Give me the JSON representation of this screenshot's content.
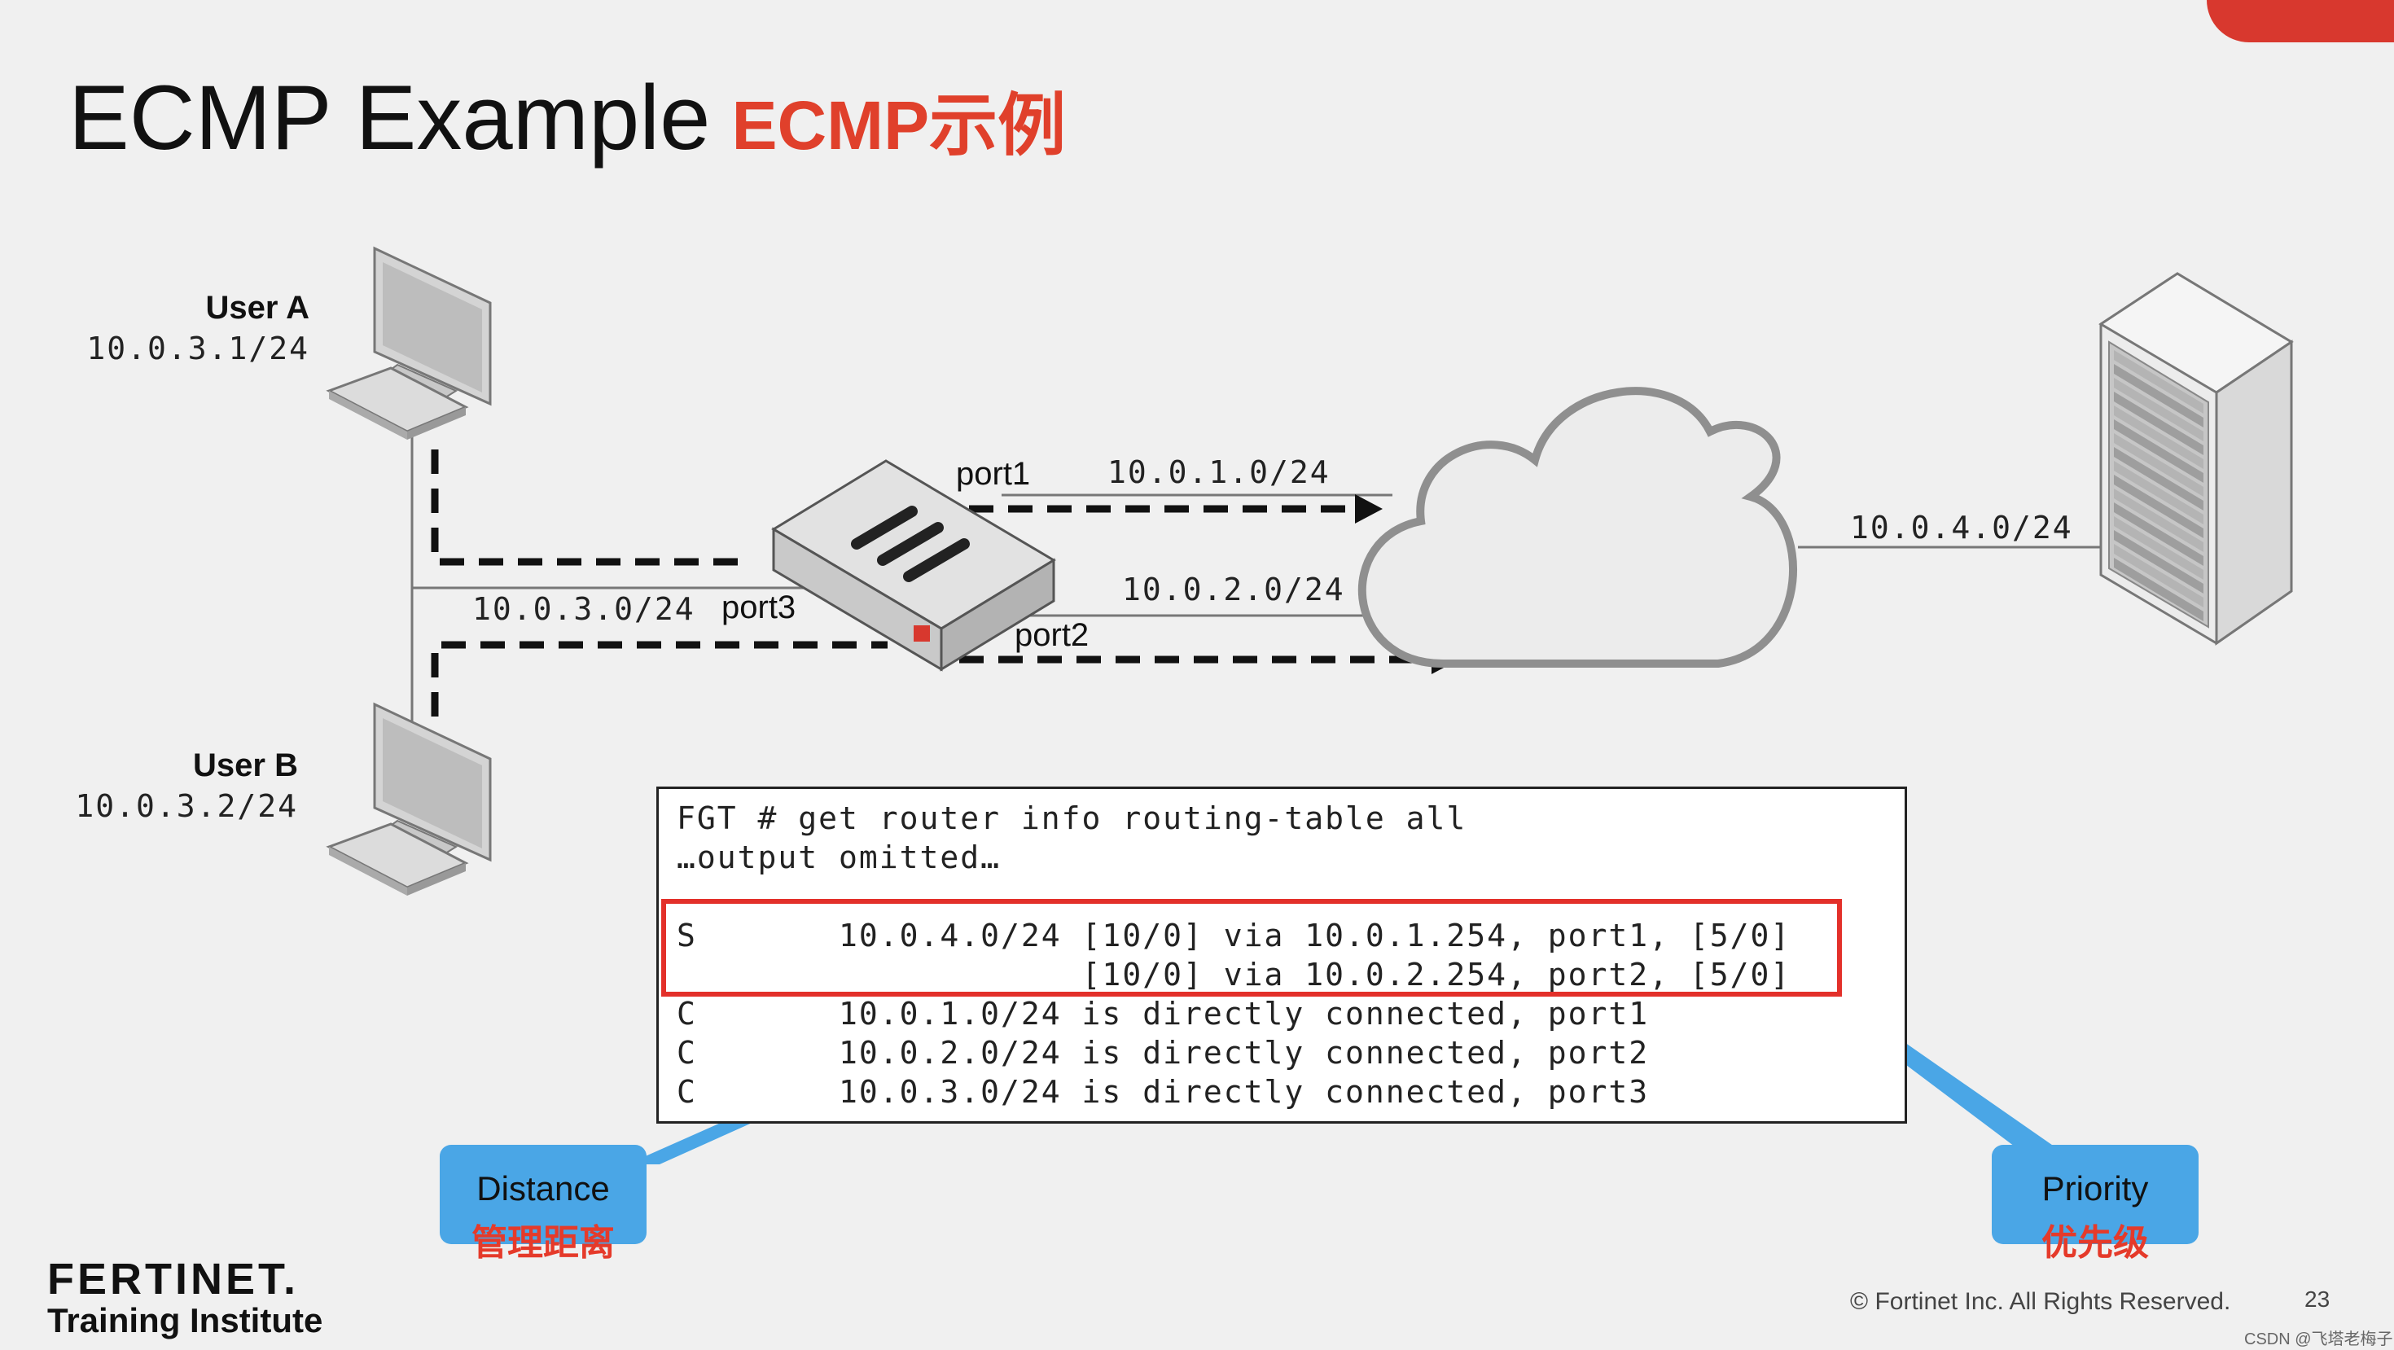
{
  "title": {
    "en": "ECMP Example",
    "zh": "ECMP示例"
  },
  "hosts": {
    "user_a": {
      "name": "User A",
      "ip": "10.0.3.1/24"
    },
    "user_b": {
      "name": "User B",
      "ip": "10.0.3.2/24"
    }
  },
  "links": {
    "port1": {
      "port": "port1",
      "subnet": "10.0.1.0/24"
    },
    "port2": {
      "port": "port2",
      "subnet": "10.0.2.0/24"
    },
    "port3": {
      "port": "port3",
      "subnet": "10.0.3.0/24"
    },
    "server": {
      "subnet": "10.0.4.0/24"
    }
  },
  "terminal": {
    "lines": [
      "FGT # get router info routing-table all",
      "…output omitted…",
      "",
      "S       10.0.4.0/24 [10/0] via 10.0.1.254, port1, [5/0]",
      "                    [10/0] via 10.0.2.254, port2, [5/0]",
      "C       10.0.1.0/24 is directly connected, port1",
      "C       10.0.2.0/24 is directly connected, port2",
      "C       10.0.3.0/24 is directly connected, port3"
    ]
  },
  "callouts": {
    "distance": {
      "en": "Distance",
      "zh": "管理距离"
    },
    "priority": {
      "en": "Priority",
      "zh": "优先级"
    }
  },
  "footer": {
    "logo": "FERTINET.",
    "logo_sub": "Training Institute",
    "copyright": "© Fortinet Inc. All Rights Reserved.",
    "page": "23",
    "watermark": "CSDN @飞塔老梅子"
  },
  "colors": {
    "accent_red": "#e3302a",
    "callout_blue": "#4aa6e6"
  }
}
